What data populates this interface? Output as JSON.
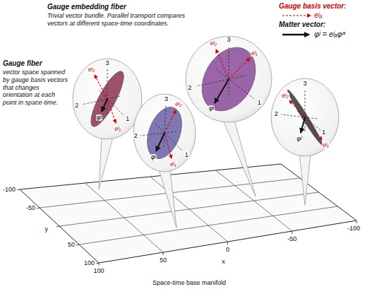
{
  "diagram": {
    "nodes": [
      {
        "text": [
          "3",
          "2",
          "1",
          "eʲ₂",
          "eʲ₁",
          "φʲ"
        ]
      },
      {
        "text": [
          "3",
          "2",
          "1",
          "eʲ₂",
          "eʲ₁",
          "φʲ"
        ]
      },
      {
        "text": [
          "3",
          "2",
          "1",
          "eʲ₂",
          "eʲ₁",
          "φʲ"
        ]
      },
      {
        "text": [
          "3",
          "2",
          "1",
          "eʲ₂",
          "eʲ₁",
          "φʲ"
        ]
      }
    ],
    "edges": [],
    "labels": [
      "Gauge embedding fiber",
      "Trivial vector bundle. Parallel transport compares vectors at different space-time coordinates.",
      "Gauge fiber",
      "vector space spanned by gauge basis vectors that changes orientation at each point in space-time.",
      "eʲₐ",
      "φʲ = eʲₐφᵃ",
      "-100",
      "-50",
      "y",
      "50",
      "100",
      "100",
      "50",
      "0",
      "-50",
      "-100",
      "x",
      "Space-time base manifold"
    ],
    "legend": [
      {
        "text": "Gauge basis vector:"
      },
      {
        "text": "Matter vector:"
      }
    ]
  }
}
